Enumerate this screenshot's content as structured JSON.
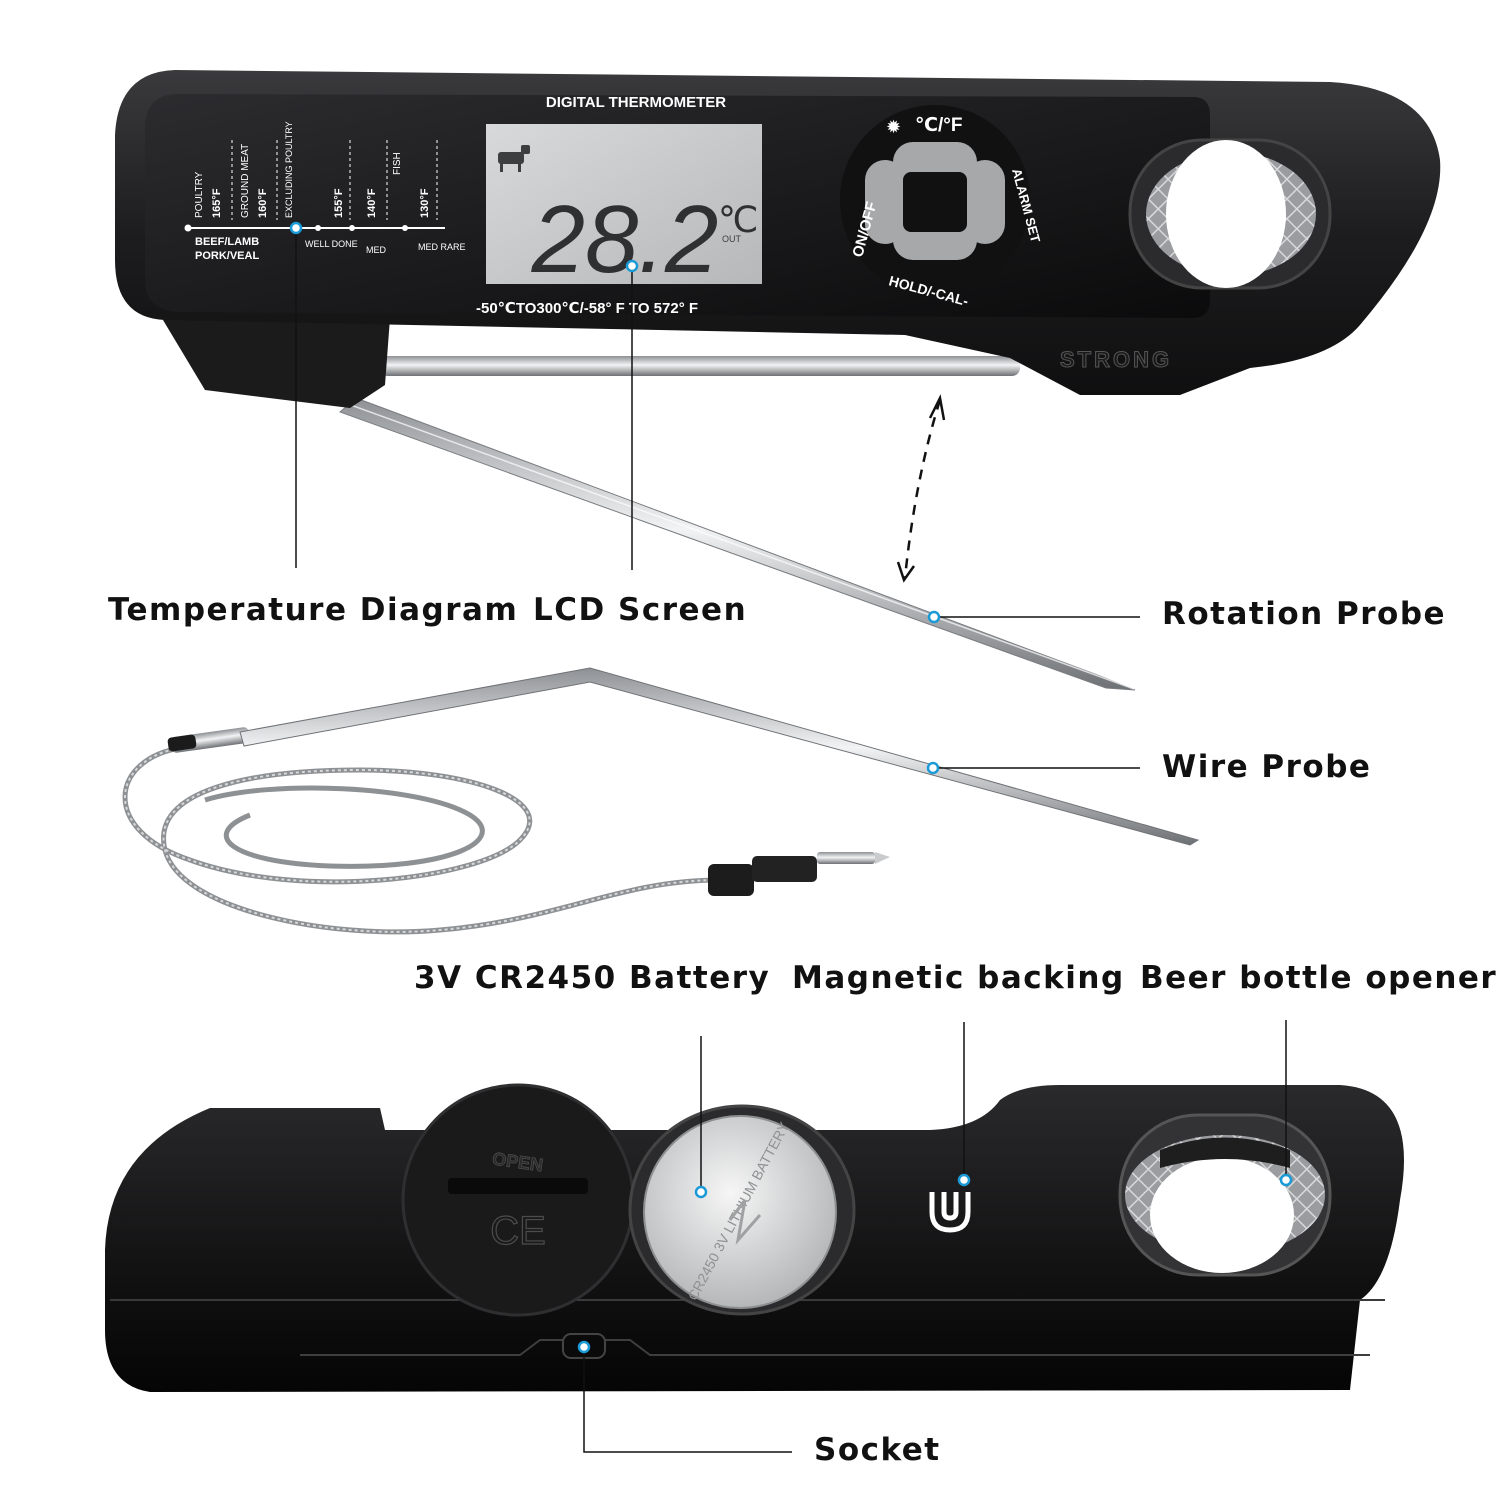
{
  "device": {
    "header": "DIGITAL THERMOMETER",
    "brand": "STRONG",
    "range_text": "-50℃TO300℃/-58° F TO 572° F",
    "lcd": {
      "reading": "28.2",
      "unit": "℃",
      "out_label": "OUT"
    },
    "buttons": {
      "top": "℃/°F",
      "right": "ALARM SET",
      "bottom": "HOLD/-CAL-",
      "left": "ON/OFF"
    },
    "diagram": {
      "categories": [
        "POULTRY",
        "GROUND MEAT",
        "EXCLUDING POULTRY",
        "FISH"
      ],
      "temps": [
        "165°F",
        "160°F",
        "155°F",
        "140°F",
        "130°F"
      ],
      "meat_top": "BEEF/LAMB",
      "meat_bottom": "PORK/VEAL",
      "doneness": [
        "WELL DONE",
        "MED",
        "MED RARE"
      ]
    },
    "battery_cover": {
      "open_text": "OPEN",
      "mark": "CE"
    },
    "battery": {
      "text": "CR2450  3V LITHIUM BATTERY"
    }
  },
  "callouts": {
    "temperature_diagram": "Temperature Diagram",
    "lcd_screen": "LCD Screen",
    "rotation_probe": "Rotation Probe",
    "wire_probe": "Wire Probe",
    "battery": "3V CR2450 Battery",
    "magnetic_backing": "Magnetic backing",
    "bottle_opener": "Beer bottle opener",
    "socket": "Socket"
  },
  "colors": {
    "body": "#1c1c1e",
    "lcd": "#c9cacb",
    "marker": "#1a9ad6",
    "steel": "#b9bcbf"
  }
}
